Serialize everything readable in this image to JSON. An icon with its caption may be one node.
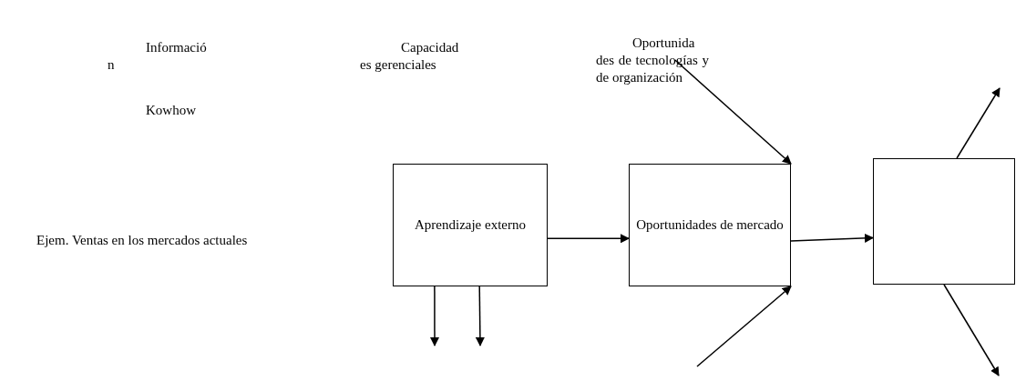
{
  "diagram": {
    "nodes": [
      {
        "text": [
          "Aprendizaje externo"
        ]
      },
      {
        "text": [
          "Oportunidades de mercado"
        ]
      },
      {
        "text": [],
        "shape": "box"
      },
      {
        "text": [
          "Oportunida des de tecnologías y de organización"
        ]
      }
    ],
    "edges": [
      {
        "from": 0,
        "to": 1,
        "arrow": "to"
      },
      {
        "from": 1,
        "to": 2,
        "arrow": "to"
      },
      {
        "from": 3,
        "to": 1,
        "arrow": "to"
      },
      {
        "from": null,
        "to": 1,
        "arrow": "to"
      },
      {
        "from": 0,
        "to": null,
        "arrow": "to"
      },
      {
        "from": 0,
        "to": null,
        "arrow": "to"
      },
      {
        "from": 2,
        "to": null,
        "arrow": "to"
      },
      {
        "from": 2,
        "to": null,
        "arrow": "to"
      }
    ],
    "labels": [
      "Informació n",
      "Capacidad es gerenciales",
      "Kowhow",
      "Ejem. Ventas en los mercados actuales"
    ]
  }
}
